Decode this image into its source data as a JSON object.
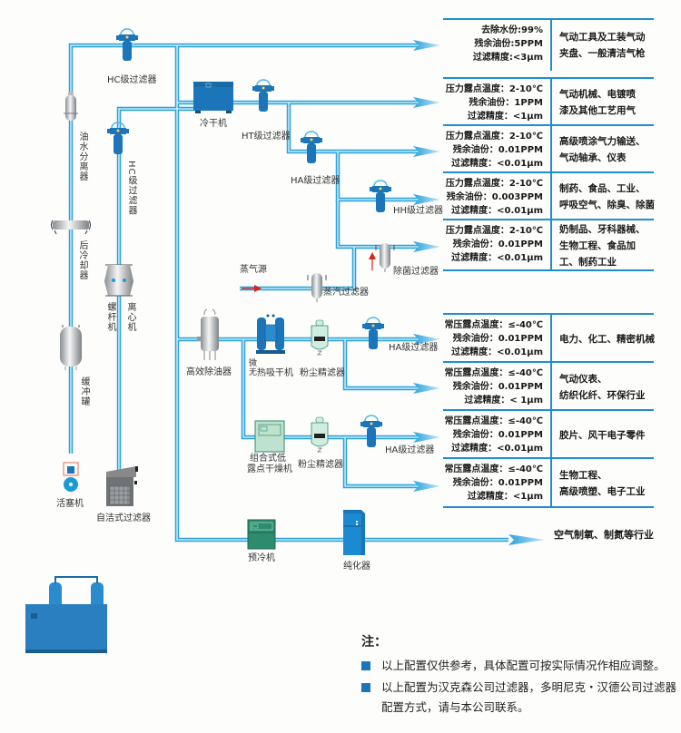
{
  "colors": {
    "pipe": "#2aa3dc",
    "pipe_inner": "#e8f6fd",
    "table_line": "#1d8fd0",
    "equipment_blue": "#1b75b8",
    "equipment_green": "#2e8b6e",
    "arrow_red": "#d9221c",
    "bullet": "#1b75b8"
  },
  "equipment": {
    "hc_filter_top": "HC级过滤器",
    "oil_water_separator": "油水分离器",
    "aftercooler": "后冷却器",
    "buffer_tank": "缓冲罐",
    "piston_compressor": "活塞机",
    "hc_filter_vertical": "HC级过滤器",
    "screw_compressor": "螺杆机",
    "centrifugal_compressor": "离心机",
    "self_cleaning_filter": "自洁式过滤器",
    "refrigerated_dryer": "冷干机",
    "ht_filter": "HT级过滤器",
    "ha_filter_1": "HA级过滤器",
    "hh_filter": "HH级过滤器",
    "steam_source": "蒸气源",
    "steam_filter": "蒸汽过滤器",
    "sterilizing_filter": "除菌过滤器",
    "high_efficiency_oil_remover": "高效除油器",
    "heatless_dryer_prefix": "微无",
    "heatless_dryer": "热吸干机",
    "dust_filter_1": "粉尘精滤器",
    "ha_filter_2": "HA级过滤器",
    "combined_dryer_line1": "组合式低",
    "combined_dryer_line2": "露点干燥机",
    "dust_filter_2": "粉尘精滤器",
    "ha_filter_3": "HA级过滤器",
    "precooler": "预冷机",
    "purifier": "纯化器"
  },
  "spec_rows": [
    {
      "specs": [
        "去除水份:99%",
        "残余油份:5PPM",
        "过滤精度:<3μm"
      ],
      "applications": [
        "气动工具及工装气动",
        "夹盘、一般清洁气枪"
      ]
    },
    {
      "specs": [
        "压力露点温度：2-10℃",
        "残余油份：1PPM",
        "过滤精度：<1μm"
      ],
      "applications": [
        "气动机械、电镀喷",
        "漆及其他工艺用气"
      ]
    },
    {
      "specs": [
        "压力露点温度：2-10℃",
        "残余油份：0.01PPM",
        "过滤精度：<0.01μm"
      ],
      "applications": [
        "高级喷涂气力输送、",
        "气动轴承、仪表"
      ]
    },
    {
      "specs": [
        "压力露点温度：2-10℃",
        "残余油份：0.003PPM",
        "过滤精度：<0.01μm"
      ],
      "applications": [
        "制药、食品、工业、",
        "呼吸空气、除臭、除菌"
      ]
    },
    {
      "specs": [
        "压力露点温度：2-10℃",
        "残余油份：0.01PPM",
        "过滤精度：<0.01μm"
      ],
      "applications": [
        "奶制品、牙科器械、",
        "生物工程、食品加",
        "工、制药工业"
      ]
    },
    {
      "specs": [
        "常压露点温度：≤-40℃",
        "残余油份：0.01PPM",
        "过滤精度：<0.01μm"
      ],
      "applications": [
        "电力、化工、精密机械"
      ]
    },
    {
      "specs": [
        "常压露点温度：≤-40℃",
        "残余油份：0.01PPM",
        "过滤精度：< 1μm"
      ],
      "applications": [
        "气动仪表、",
        "纺织化纤、环保行业"
      ]
    },
    {
      "specs": [
        "常压露点温度：≤-40℃",
        "残余油份：0.01PPM",
        "过滤精度：<0.01μm"
      ],
      "applications": [
        "胶片、风干电子零件"
      ]
    },
    {
      "specs": [
        "常压露点温度：≤-40℃",
        "残余油份：0.01PPM",
        "过滤精度：<1μm"
      ],
      "applications": [
        "生物工程、",
        "高级喷塑、电子工业"
      ]
    }
  ],
  "final_application": "空气制氧、制氮等行业",
  "notes": {
    "title": "注：",
    "items": [
      "以上配置仅供参考，具体配置可按实际情况作相应调整。",
      "以上配置为汉克森公司过滤器，多明尼克・汉德公司过滤器配置方式，请与本公司联系。"
    ]
  }
}
